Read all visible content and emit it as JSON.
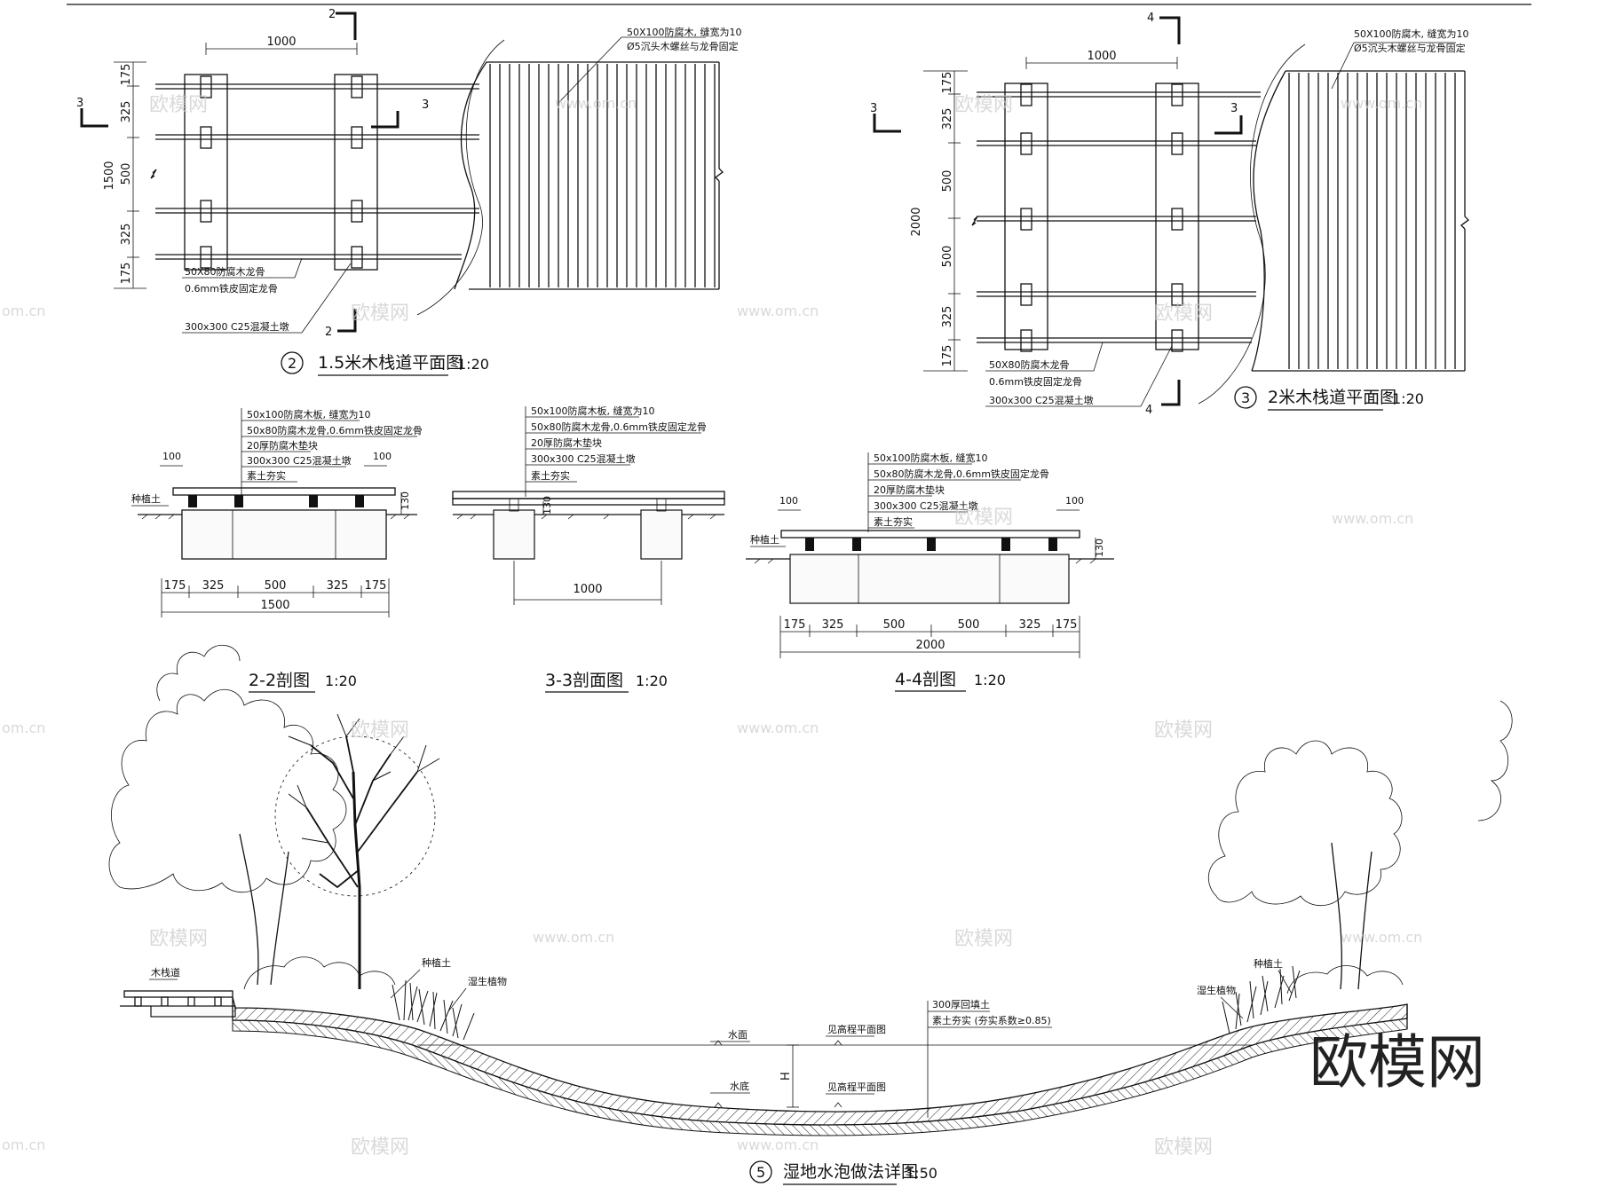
{
  "plan_15": {
    "title_num": "2",
    "title": "1.5米木栈道平面图",
    "scale": "1:20",
    "dims_top": "1000",
    "dims_side": [
      "175",
      "325",
      "500",
      "325",
      "175"
    ],
    "dim_total": "1500",
    "note_deck_1": "50X100防腐木, 缝宽为10",
    "note_deck_2": "Ø5沉头木螺丝与龙骨固定",
    "note_joist_1": "50X80防腐木龙骨",
    "note_joist_2": "0.6mm铁皮固定龙骨",
    "note_footing": "300x300 C25混凝土墩",
    "cut_a": "2",
    "cut_b": "3"
  },
  "plan_20": {
    "title_num": "3",
    "title": "2米木栈道平面图",
    "scale": "1:20",
    "dims_top": "1000",
    "dims_side": [
      "175",
      "325",
      "500",
      "500",
      "325",
      "175"
    ],
    "dim_total": "2000",
    "note_deck_1": "50X100防腐木, 缝宽为10",
    "note_deck_2": "Ø5沉头木螺丝与龙骨固定",
    "note_joist_1": "50X80防腐木龙骨",
    "note_joist_2": "0.6mm铁皮固定龙骨",
    "note_footing": "300x300 C25混凝土墩",
    "cut_a": "4",
    "cut_b": "3"
  },
  "sec22": {
    "title": "2-2剖图",
    "scale": "1:20",
    "notes": [
      "50x100防腐木板, 缝宽为10",
      "50x80防腐木龙骨,0.6mm铁皮固定龙骨",
      "20厚防腐木垫块",
      "300x300 C25混凝土墩",
      "素土夯实"
    ],
    "soil": "种植土",
    "edge_l": "100",
    "edge_r": "100",
    "h": "130",
    "dims": [
      "175",
      "325",
      "500",
      "325",
      "175"
    ],
    "total": "1500"
  },
  "sec33": {
    "title": "3-3剖面图",
    "scale": "1:20",
    "notes": [
      "50x100防腐木板, 缝宽为10",
      "50x80防腐木龙骨,0.6mm铁皮固定龙骨",
      "20厚防腐木垫块",
      "300x300 C25混凝土墩",
      "素土夯实"
    ],
    "h": "130",
    "total": "1000"
  },
  "sec44": {
    "title": "4-4剖图",
    "scale": "1:20",
    "notes": [
      "50x100防腐木板, 缝宽10",
      "50x80防腐木龙骨,0.6mm铁皮固定龙骨",
      "20厚防腐木垫块",
      "300x300 C25混凝土墩",
      "素土夯实"
    ],
    "soil": "种植土",
    "edge_l": "100",
    "edge_r": "100",
    "h": "130",
    "dims": [
      "175",
      "325",
      "500",
      "500",
      "325",
      "175"
    ],
    "total": "2000"
  },
  "wetland": {
    "title_num": "5",
    "title": "湿地水泡做法详图",
    "scale": "1:50",
    "boardwalk": "木栈道",
    "soil_l": "种植土",
    "plants_l": "湿生植物",
    "soil_r": "种植土",
    "plants_r": "湿生植物",
    "water_surface": "水面",
    "water_bottom": "水底",
    "see_plan_1": "见高程平面图",
    "see_plan_2": "见高程平面图",
    "note_1": "300厚回填土",
    "note_2": "素土夯实 (夯实系数≥0.85)",
    "depth": "H"
  },
  "watermark": {
    "brand": "欧模网",
    "url": "www.om.cn",
    "url_partial": "om.cn"
  }
}
